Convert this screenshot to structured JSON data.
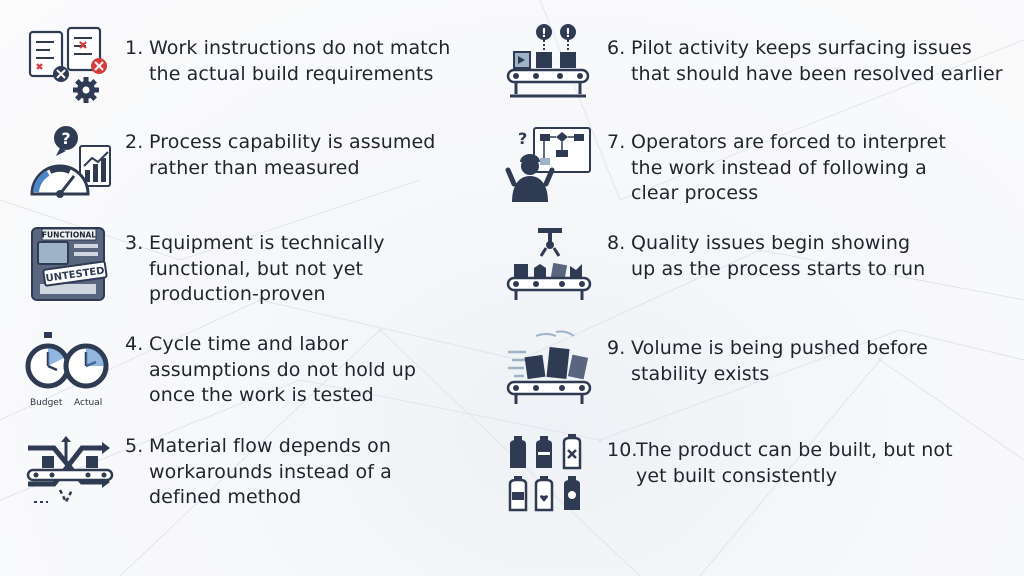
{
  "colors": {
    "navy": "#2f3b52",
    "dark": "#1f252d",
    "accent_red": "#d63b3b",
    "background": "#f7f8fa"
  },
  "items": [
    {
      "number": "1.",
      "lines": [
        "Work instructions do not match",
        "the actual build requirements"
      ],
      "icon": "documents-with-errors-gear-icon"
    },
    {
      "number": "2.",
      "lines": [
        "Process capability is assumed",
        "rather than measured"
      ],
      "icon": "gauge-question-chart-icon"
    },
    {
      "number": "3.",
      "lines": [
        "Equipment is technically",
        "functional, but not yet",
        "production-proven"
      ],
      "icon": "machine-untested-icon",
      "stamp_top": "FUNCTIONAL",
      "stamp_bottom": "UNTESTED"
    },
    {
      "number": "4.",
      "lines": [
        "Cycle time and labor",
        "assumptions do not hold up",
        "once the work is tested"
      ],
      "icon": "stopwatch-clock-icon",
      "label_left": "Budget",
      "label_right": "Actual"
    },
    {
      "number": "5.",
      "lines": [
        "Material flow depends on",
        "workarounds instead of a",
        "defined method"
      ],
      "icon": "conveyor-crossing-arrows-icon"
    },
    {
      "number": "6.",
      "lines": [
        "Pilot activity keeps surfacing issues",
        "that should have been resolved earlier"
      ],
      "icon": "conveyor-alert-icon"
    },
    {
      "number": "7.",
      "lines": [
        "Operators are forced to interpret",
        "the work instead of following a",
        "clear process"
      ],
      "icon": "confused-operator-flowchart-icon"
    },
    {
      "number": "8.",
      "lines": [
        "Quality issues begin showing",
        "up as the process starts to run"
      ],
      "icon": "robot-arm-conveyor-icon"
    },
    {
      "number": "9.",
      "lines": [
        "Volume is being pushed before",
        "stability exists"
      ],
      "icon": "speeding-conveyor-icon"
    },
    {
      "number": "10.",
      "lines": [
        "The product can be built, but not",
        "yet built consistently"
      ],
      "icon": "inconsistent-bottles-icon"
    }
  ]
}
